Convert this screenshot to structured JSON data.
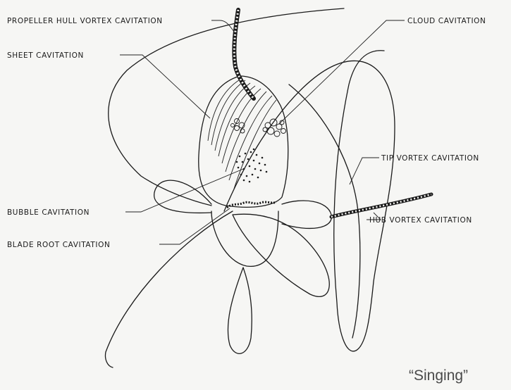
{
  "labels": {
    "propeller_hull_vortex": "PROPELLER HULL VORTEX CAVITATION",
    "sheet": "SHEET CAVITATION",
    "cloud": "CLOUD CAVITATION",
    "tip_vortex": "TIP VORTEX CAVITATION",
    "bubble": "BUBBLE CAVITATION",
    "hub_vortex": "HUB VORTEX CAVITATION",
    "blade_root": "BLADE ROOT CAVITATION"
  },
  "note": "“Singing”"
}
